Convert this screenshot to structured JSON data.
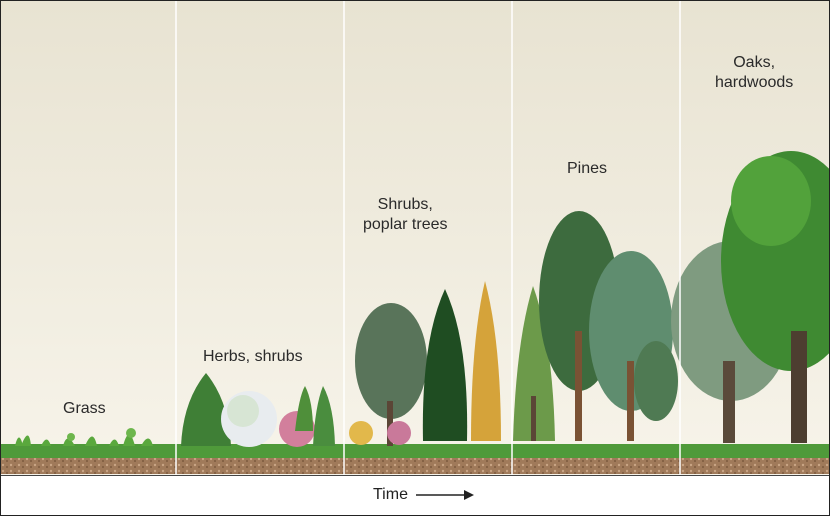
{
  "stages": [
    {
      "label": "Grass"
    },
    {
      "label": "Herbs, shrubs"
    },
    {
      "label": "Shrubs,\npoplar trees"
    },
    {
      "label": "Pines"
    },
    {
      "label": "Oaks,\nhardwoods"
    }
  ],
  "axis": {
    "label": "Time"
  },
  "colors": {
    "sky_top": "#e9e5d6",
    "sky_bottom": "#f6f3e8",
    "soil": "#a07858",
    "grass": "#4f9a3a",
    "divider": "#ffffff"
  }
}
